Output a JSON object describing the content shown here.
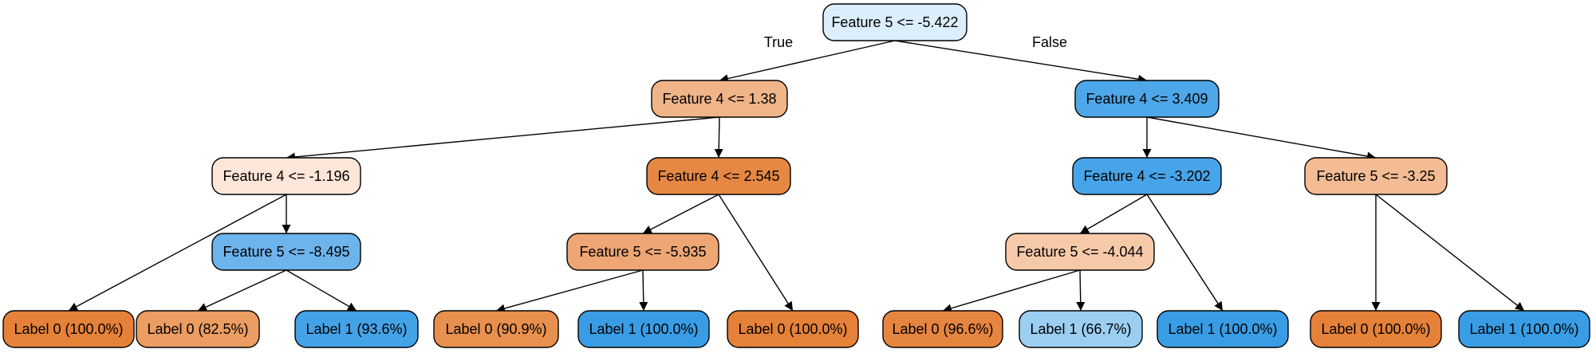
{
  "tree": {
    "nodes": [
      {
        "id": "n0",
        "text": "Feature 5 <= -5.422",
        "fill": "#dbeefb"
      },
      {
        "id": "n1",
        "text": "Feature 4 <= 1.38",
        "fill": "#f0b489"
      },
      {
        "id": "n2",
        "text": "Feature 4 <= 3.409",
        "fill": "#4ea7e9"
      },
      {
        "id": "n3",
        "text": "Feature 4 <= -1.196",
        "fill": "#fce6d7"
      },
      {
        "id": "n4",
        "text": "Feature 4 <= 2.545",
        "fill": "#e68844"
      },
      {
        "id": "n5",
        "text": "Feature 5 <= -8.495",
        "fill": "#6db3ec"
      },
      {
        "id": "n6",
        "text": "Feature 5 <= -5.935",
        "fill": "#eda674"
      },
      {
        "id": "n7",
        "text": "Feature 4 <= -3.202",
        "fill": "#48a4e8"
      },
      {
        "id": "n8",
        "text": "Feature 5 <= -3.25",
        "fill": "#f3bc94"
      },
      {
        "id": "n9",
        "text": "Feature 5 <= -4.044",
        "fill": "#f6caa9"
      },
      {
        "id": "l1",
        "text": "Label 0 (100.0%)",
        "fill": "#e58139"
      },
      {
        "id": "l2",
        "text": "Label 0 (82.5%)",
        "fill": "#eb9d62"
      },
      {
        "id": "l3",
        "text": "Label 1 (93.6%)",
        "fill": "#44a2e7"
      },
      {
        "id": "l4",
        "text": "Label 0 (90.9%)",
        "fill": "#e8904e"
      },
      {
        "id": "l5",
        "text": "Label 1 (100.0%)",
        "fill": "#399de5"
      },
      {
        "id": "l6",
        "text": "Label 0 (100.0%)",
        "fill": "#e58139"
      },
      {
        "id": "l7",
        "text": "Label 0 (96.6%)",
        "fill": "#e68540"
      },
      {
        "id": "l8",
        "text": "Label 1 (66.7%)",
        "fill": "#9ccef2"
      },
      {
        "id": "l9",
        "text": "Label 1 (100.0%)",
        "fill": "#399de5"
      },
      {
        "id": "l10",
        "text": "Label 0 (100.0%)",
        "fill": "#e58139"
      },
      {
        "id": "l11",
        "text": "Label 1 (100.0%)",
        "fill": "#399de5"
      }
    ],
    "edges": [
      {
        "from": "n0",
        "to": "n1",
        "label": "True"
      },
      {
        "from": "n0",
        "to": "n2",
        "label": "False"
      },
      {
        "from": "n1",
        "to": "n3"
      },
      {
        "from": "n1",
        "to": "n4"
      },
      {
        "from": "n3",
        "to": "l1"
      },
      {
        "from": "n3",
        "to": "n5"
      },
      {
        "from": "n5",
        "to": "l2"
      },
      {
        "from": "n5",
        "to": "l3"
      },
      {
        "from": "n4",
        "to": "n6"
      },
      {
        "from": "n4",
        "to": "l6"
      },
      {
        "from": "n6",
        "to": "l4"
      },
      {
        "from": "n6",
        "to": "l5"
      },
      {
        "from": "n2",
        "to": "n7"
      },
      {
        "from": "n2",
        "to": "n8"
      },
      {
        "from": "n7",
        "to": "n9"
      },
      {
        "from": "n7",
        "to": "l9"
      },
      {
        "from": "n9",
        "to": "l7"
      },
      {
        "from": "n9",
        "to": "l8"
      },
      {
        "from": "n8",
        "to": "l10"
      },
      {
        "from": "n8",
        "to": "l11"
      }
    ]
  }
}
